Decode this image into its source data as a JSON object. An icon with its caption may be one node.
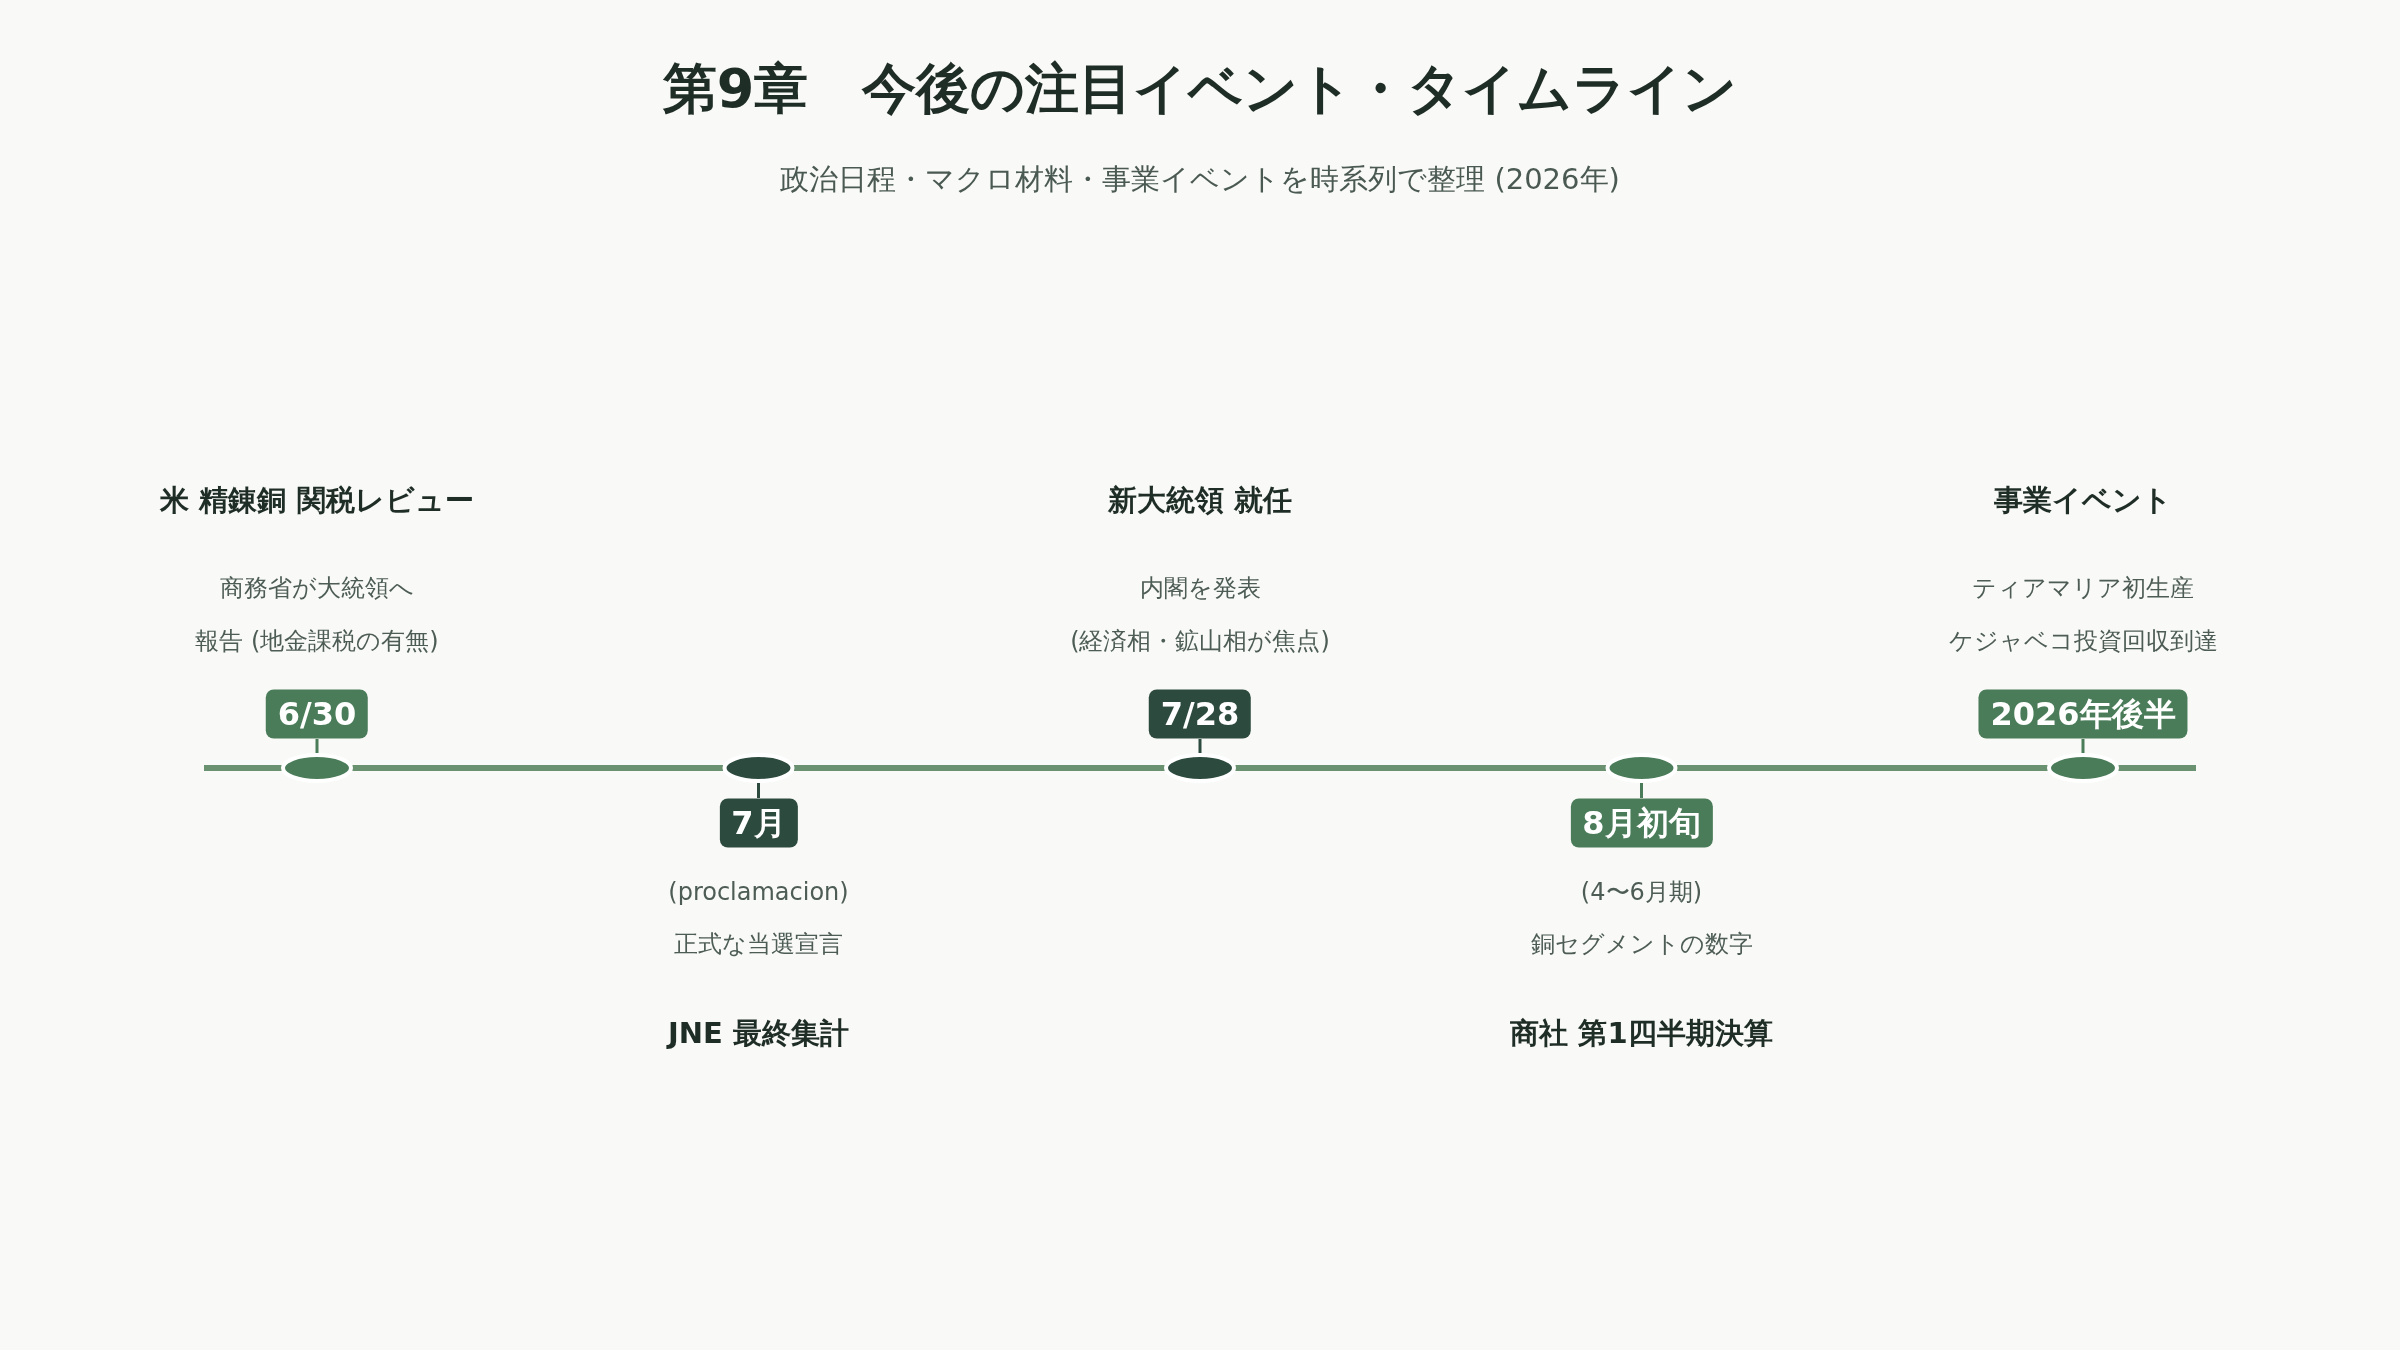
{
  "diagram": {
    "title": "第9章　今後の注目イベント・タイムライン",
    "nodes": [
      {
        "text": [
          "6/30"
        ],
        "beside": [
          "米 精錬銅 関税レビュー",
          "商務省が大統領へ",
          "報告 (地金課税の有無)"
        ]
      },
      {
        "text": [
          "7月"
        ],
        "beside": [
          "(proclamacion)",
          "正式な当選宣言",
          "JNE 最終集計"
        ]
      },
      {
        "text": [
          "7/28"
        ],
        "beside": [
          "新大統領 就任",
          "内閣を発表",
          "(経済相・鉱山相が焦点)"
        ]
      },
      {
        "text": [
          "8月初旬"
        ],
        "beside": [
          "(4〜6月期)",
          "銅セグメントの数字",
          "商社 第1四半期決算"
        ]
      },
      {
        "text": [
          "2026年後半"
        ],
        "beside": [
          "事業イベント",
          "ティアマリア初生産",
          "ケジャベコ投資回収到達"
        ]
      }
    ],
    "labels": [
      "政治日程・マクロ材料・事業イベントを時系列で整理 (2026年)"
    ]
  }
}
